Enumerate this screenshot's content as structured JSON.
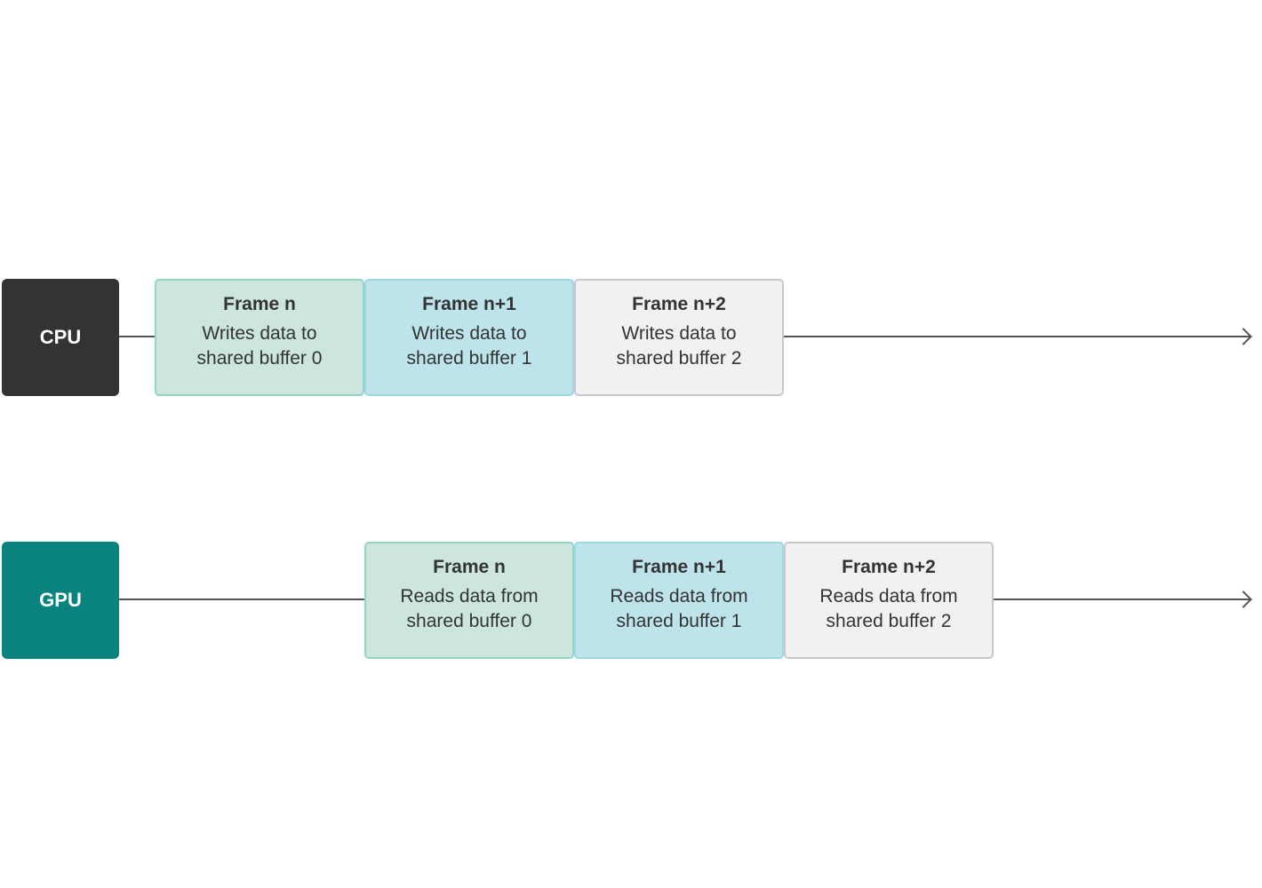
{
  "colors": {
    "cpu_label_bg": "#333333",
    "gpu_label_bg": "#0a837f",
    "buffer0_fill": "#cce6de",
    "buffer0_border": "#96d4c6",
    "buffer1_fill": "#bde4ea",
    "buffer1_border": "#9ed8e6",
    "buffer2_fill": "#f1f1f1",
    "buffer2_border": "#c8c8c8",
    "timeline": "#555555"
  },
  "lanes": [
    {
      "label": "CPU",
      "frames": [
        {
          "title": "Frame n",
          "desc": "Writes data to shared buffer 0"
        },
        {
          "title": "Frame n+1",
          "desc": "Writes data to shared buffer 1"
        },
        {
          "title": "Frame n+2",
          "desc": "Writes data to shared buffer 2"
        }
      ]
    },
    {
      "label": "GPU",
      "frames": [
        {
          "title": "Frame n",
          "desc": "Reads data from shared buffer 0"
        },
        {
          "title": "Frame n+1",
          "desc": "Reads data from shared buffer 1"
        },
        {
          "title": "Frame n+2",
          "desc": "Reads data from shared buffer 2"
        }
      ]
    }
  ]
}
